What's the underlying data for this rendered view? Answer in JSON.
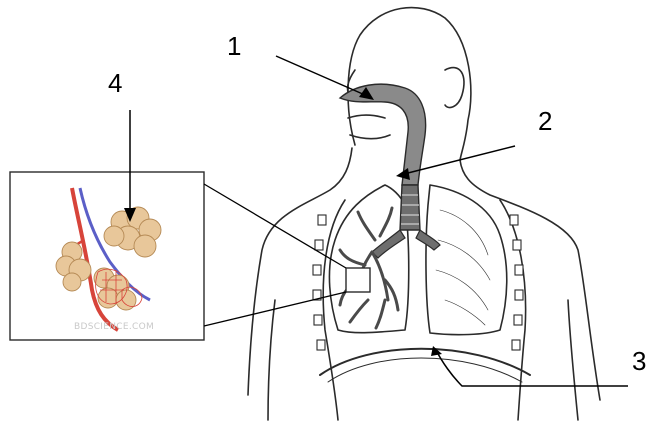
{
  "labels": {
    "one": "1",
    "two": "2",
    "three": "3",
    "four": "4"
  },
  "inset": {
    "watermark": "BDSCIENCE.COM"
  },
  "colors": {
    "outline": "#2b2b2b",
    "airway_fill": "#8a8a8a",
    "trachea_fill": "#6e6e6e",
    "alveoli_fill": "#e8c79a",
    "artery": "#d7443a",
    "vein": "#5b5fc7"
  }
}
